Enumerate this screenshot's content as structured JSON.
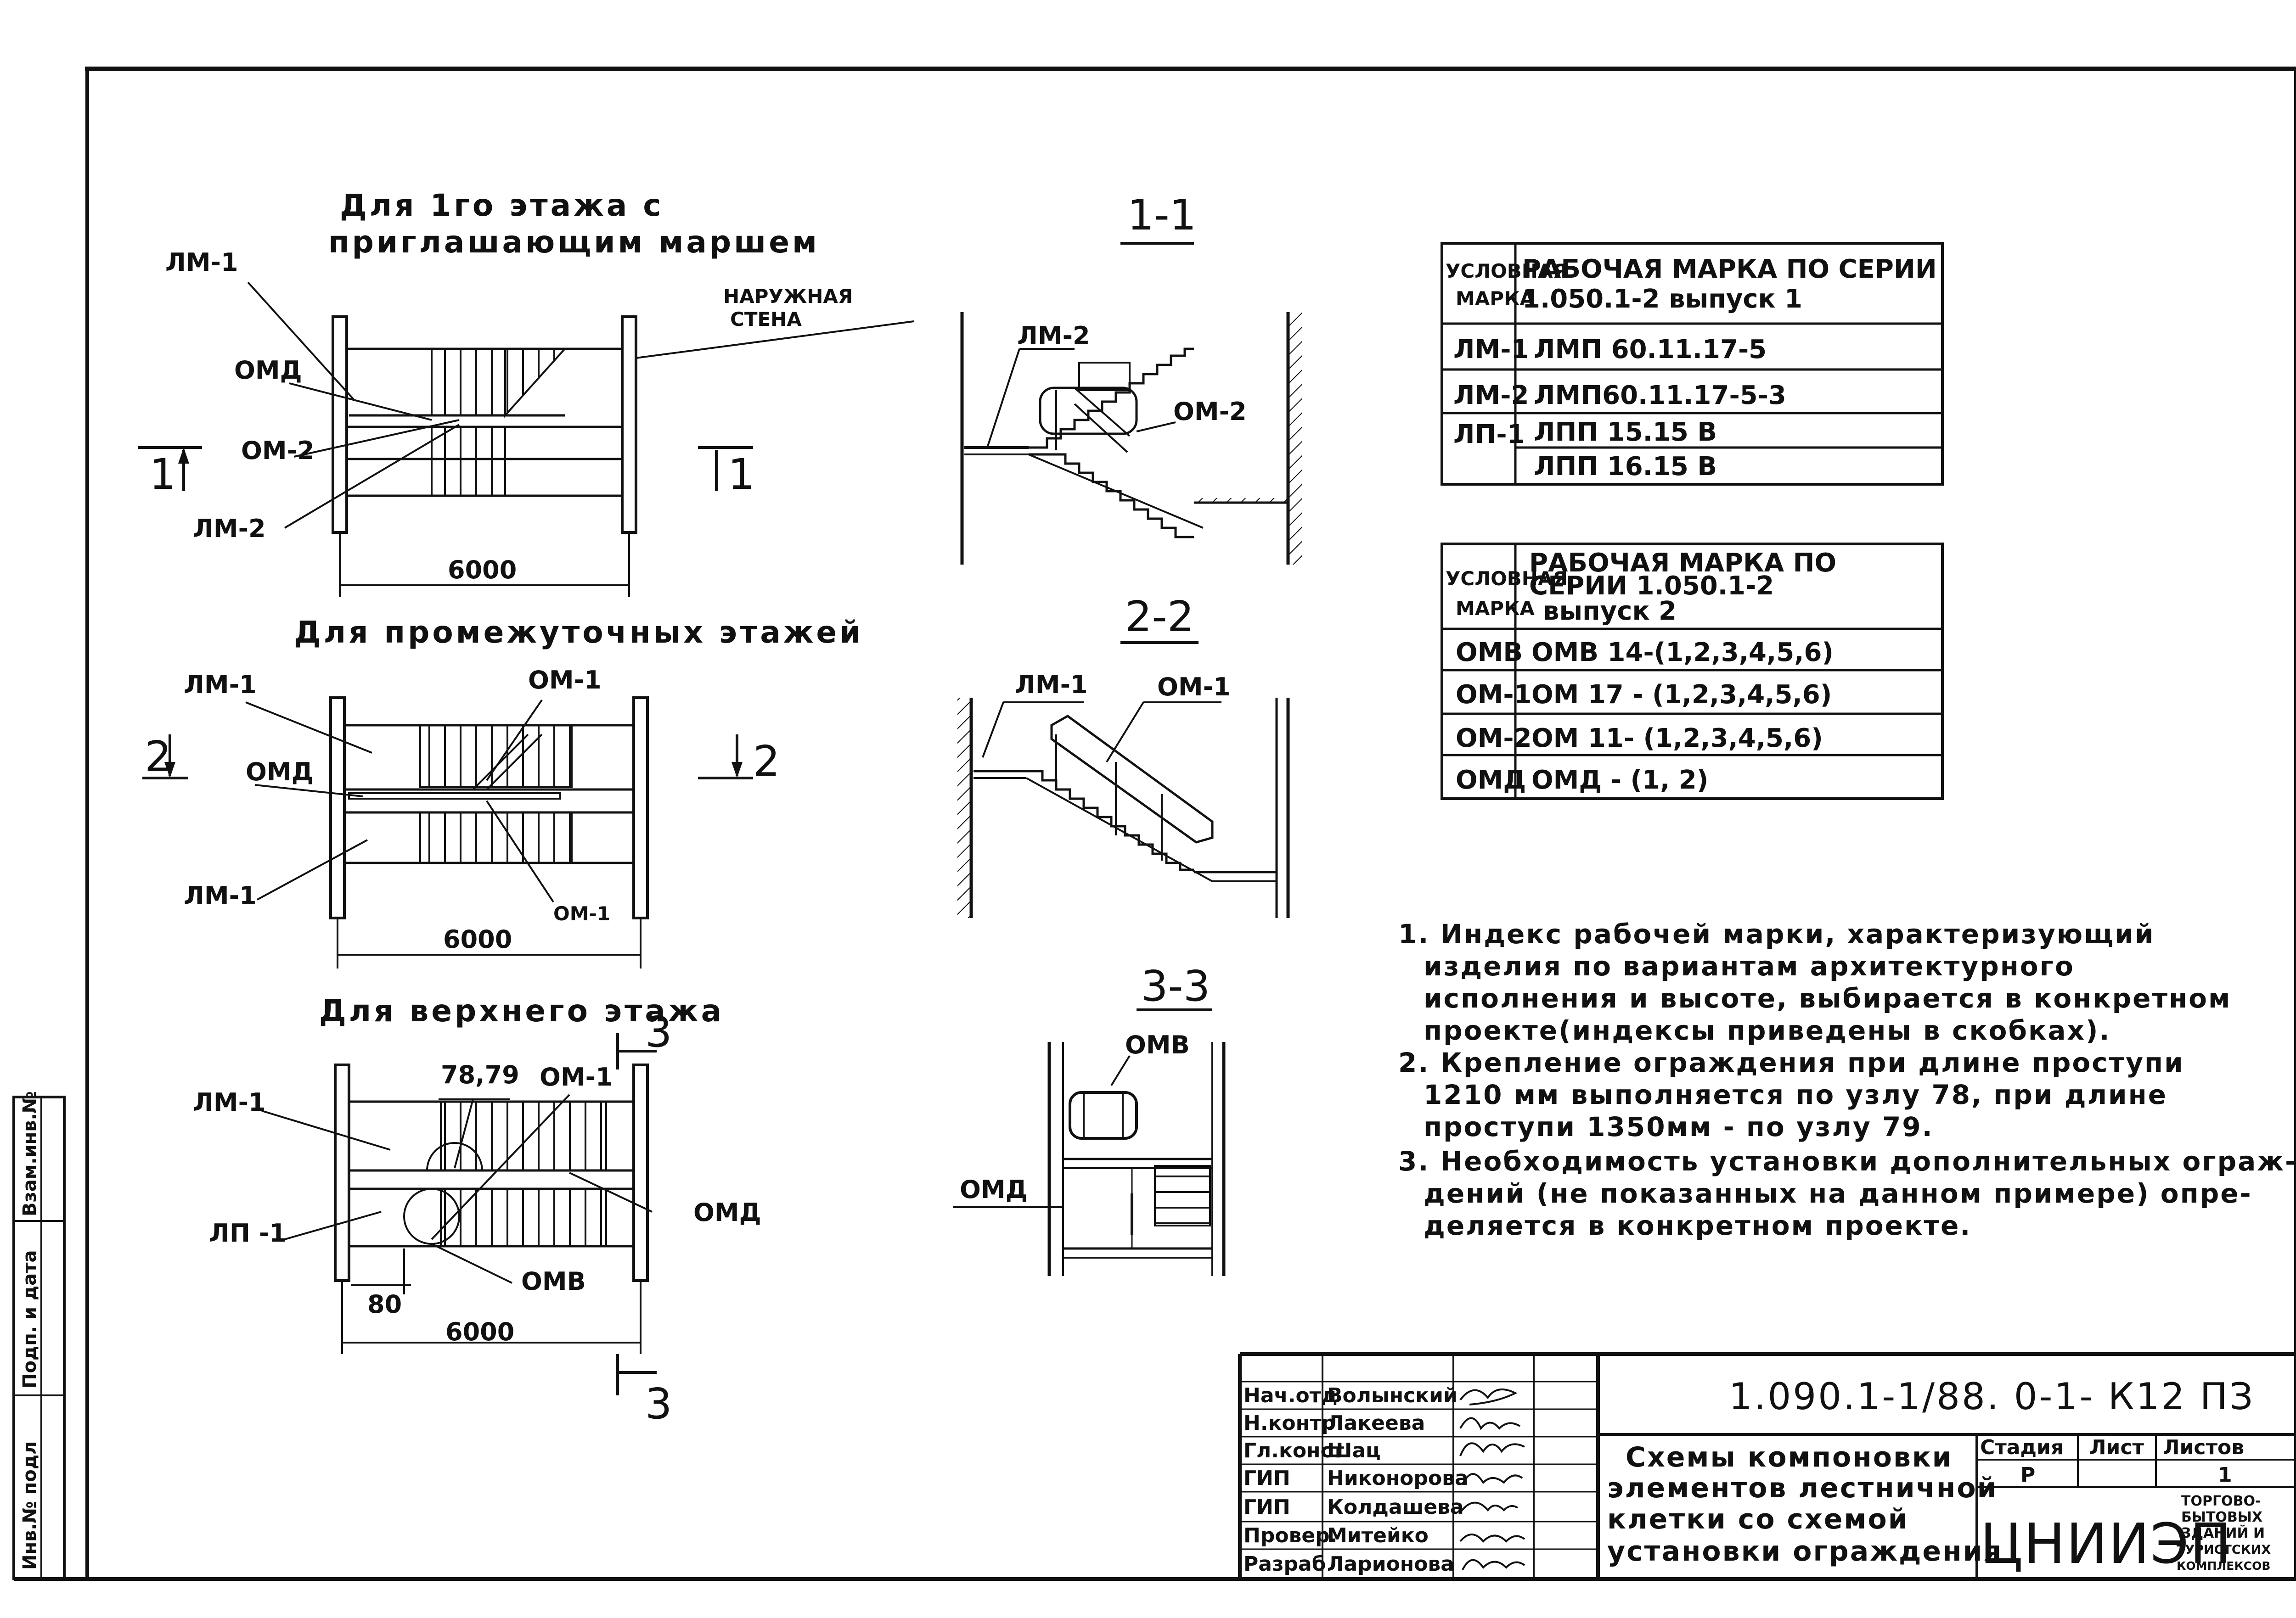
{
  "plans": {
    "first": {
      "title_l1": "Для 1го этажа с",
      "title_l2": "приглашающим маршем",
      "lm1": "ЛМ-1",
      "omd": "ОМД",
      "om2": "ОМ-2",
      "lm2": "ЛМ-2",
      "wall_l1": "НАРУЖНАЯ",
      "wall_l2": "СТЕНА",
      "dim": "6000",
      "cut_left": "1",
      "cut_right": "1"
    },
    "middle": {
      "title": "Для промежуточных этажей",
      "lm1_top": "ЛМ-1",
      "om1_top": "ОМ-1",
      "omd": "ОМД",
      "lm1_bottom": "ЛМ-1",
      "om1_bottom": "ОМ-1",
      "dim": "6000",
      "cut_left": "2",
      "cut_right": "2"
    },
    "top": {
      "title": "Для верхнего этажа",
      "lm1": "ЛМ-1",
      "node": "78,79",
      "om1": "ОМ-1",
      "lp1": "ЛП -1",
      "omd": "ОМД",
      "omv": "ОМВ",
      "dim_small": "80",
      "dim": "6000",
      "cut_top": "3",
      "cut_bottom": "3"
    }
  },
  "sections": {
    "s11": {
      "title": "1-1",
      "lm2": "ЛМ-2",
      "om2": "ОМ-2"
    },
    "s22": {
      "title": "2-2",
      "lm1": "ЛМ-1",
      "om1": "ОМ-1"
    },
    "s33": {
      "title": "3-3",
      "omv": "ОМВ",
      "omd": "ОМД"
    }
  },
  "table1": {
    "head_col1_l1": "УСЛОВНАЯ",
    "head_col1_l2": "МАРКА",
    "head_col2_l1": "РАБОЧАЯ МАРКА ПО СЕРИИ",
    "head_col2_l2": "1.050.1-2 выпуск 1",
    "rows": [
      {
        "mark": "ЛМ-1",
        "work": "ЛМП 60.11.17-5"
      },
      {
        "mark": "ЛМ-2",
        "work": "ЛМП60.11.17-5-3"
      },
      {
        "mark": "ЛП-1",
        "work": "ЛПП 15.15 В"
      },
      {
        "mark": "",
        "work": "ЛПП 16.15 В"
      }
    ]
  },
  "table2": {
    "head_col1_l1": "УСЛОВНАЯ",
    "head_col1_l2": "МАРКА",
    "head_col2_l1": "РАБОЧАЯ МАРКА ПО",
    "head_col2_l2": "СЕРИИ 1.050.1-2",
    "head_col2_l3": "выпуск 2",
    "rows": [
      {
        "mark": "ОМВ",
        "work": "ОМВ 14-(1,2,3,4,5,6)"
      },
      {
        "mark": "ОМ-1",
        "work": "ОМ 17 - (1,2,3,4,5,6)"
      },
      {
        "mark": "ОМ-2",
        "work": "ОМ 11- (1,2,3,4,5,6)"
      },
      {
        "mark": "ОМД",
        "work": "ОМД - (1, 2)"
      }
    ]
  },
  "notes": {
    "n1_l1": "1. Индекс рабочей марки, характеризующий",
    "n1_l2": "изделия по вариантам архитектурного",
    "n1_l3": "исполнения и высоте, выбирается в конкретном",
    "n1_l4": "проекте(индексы приведены в скобках).",
    "n2_l1": "2. Крепление ограждения при длине проступи",
    "n2_l2": "1210 мм выполняется по узлу 78, при длине",
    "n2_l3": "проступи 1350мм - по узлу 79.",
    "n3_l1": "3. Необходимость установки дополнительных ограж-",
    "n3_l2": "дений (не показанных на данном примере) опре-",
    "n3_l3": "деляется в конкретном проекте."
  },
  "stamp": {
    "code": "1.090.1-1/88. 0-1- К12 ПЗ",
    "staff": [
      {
        "role": "Нач.отд",
        "name": "Волынский"
      },
      {
        "role": "Н.контр",
        "name": "Лакеева"
      },
      {
        "role": "Гл.конст",
        "name": "Шац"
      },
      {
        "role": "ГИП",
        "name": "Никонорова"
      },
      {
        "role": "ГИП",
        "name": "Колдашева"
      },
      {
        "role": "Провер.",
        "name": "Митейко"
      },
      {
        "role": "Разраб",
        "name": "Ларионова"
      }
    ],
    "title_l1": "Схемы компоновки",
    "title_l2": "элементов лестничной",
    "title_l3": "клетки со схемой",
    "title_l4": "установки ограждения",
    "stage_label": "Стадия",
    "sheet_label": "Лист",
    "sheets_label": "Листов",
    "stage": "Р",
    "sheets": "1",
    "org": "ЦНИИЭП",
    "org_l1": "ТОРГОВО-",
    "org_l2": "БЫТОВЫХ",
    "org_l3": "ЗДАНИЙ И",
    "org_l4": "ТУРИСТСКИХ",
    "org_l5": "КОМПЛЕКСОВ"
  },
  "side_stamp": {
    "inv": "Инв.№ подл",
    "sign": "Подп. и дата",
    "vzam": "Взам.инв.№"
  }
}
